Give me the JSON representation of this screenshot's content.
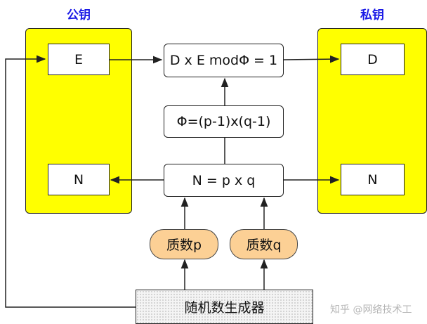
{
  "public_key": {
    "title": "公钥",
    "e_label": "E",
    "n_label": "N"
  },
  "private_key": {
    "title": "私钥",
    "d_label": "D",
    "n_label": "N"
  },
  "formulas": {
    "mod_equation": "D x E modΦ = 1",
    "phi": "Φ=(p-1)x(q-1)",
    "n_product": "N = p x q"
  },
  "primes": {
    "p": "质数p",
    "q": "质数q"
  },
  "generator": "随机数生成器",
  "watermark": "知乎 @网络技术工",
  "colors": {
    "panel": "#ffff00",
    "title": "#1a1ae6",
    "prime_fill": "#fcd095"
  }
}
